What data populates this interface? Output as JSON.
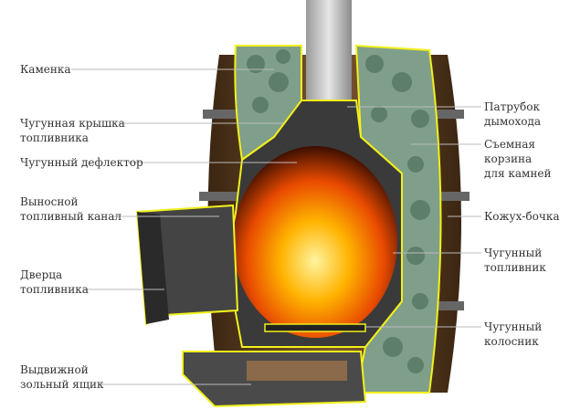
{
  "labels_left": [
    {
      "lines": [
        "Каменка"
      ]
    },
    {
      "lines": [
        "Чугунная крышка",
        "топливника"
      ]
    },
    {
      "lines": [
        "Чугунный дефлектор"
      ]
    },
    {
      "lines": [
        "Выносной",
        "топливный канал"
      ]
    },
    {
      "lines": [
        "Дверца",
        "топливника"
      ]
    },
    {
      "lines": [
        "Выдвижной",
        "зольный ящик"
      ]
    }
  ],
  "labels_right": [
    {
      "lines": [
        "Патрубок",
        "дымохода"
      ]
    },
    {
      "lines": [
        "Съемная",
        "корзина",
        "для камней"
      ]
    },
    {
      "lines": [
        "Кожух-бочка"
      ]
    },
    {
      "lines": [
        "Чугунный",
        "топливник"
      ]
    },
    {
      "lines": [
        "Чугунный",
        "колосник"
      ]
    }
  ],
  "colors": {
    "outline": "#f2f01a",
    "barrel": "#5a3a1c",
    "stone": "#7a9a86",
    "iron": "#3a3a3a",
    "fire": "#ff8a00"
  }
}
